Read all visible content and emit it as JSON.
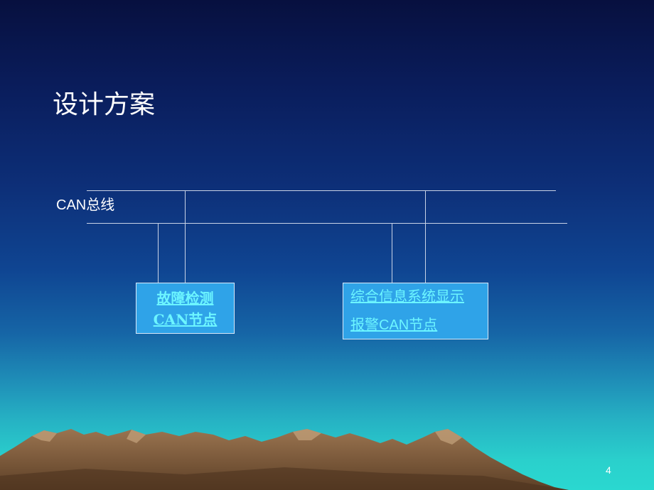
{
  "slide": {
    "title": "设计方案",
    "bus_label": "CAN总线",
    "nodes": [
      {
        "line1": "故障检测",
        "line2": "CAN节点"
      },
      {
        "line1": "综合信息系统显示",
        "line2": "报警CAN节点"
      }
    ],
    "page_number": "4"
  },
  "colors": {
    "background_top": "#07103f",
    "background_bottom": "#2ad8d0",
    "node_box": "#2fa3e8",
    "link_text": "#6cf5ff",
    "bus_line": "#c9d3e6",
    "mountain": "#7a5a3e"
  }
}
